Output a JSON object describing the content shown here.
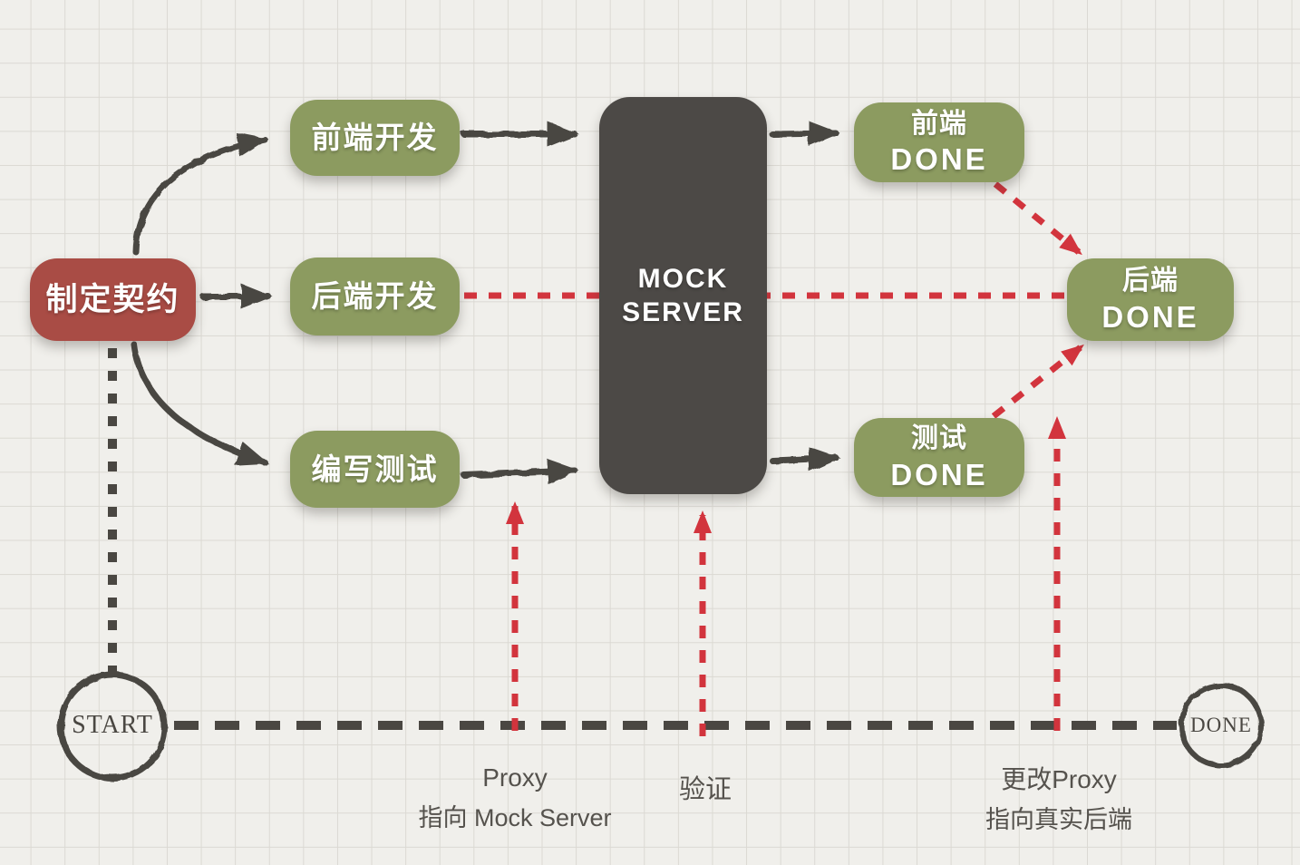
{
  "diagram": {
    "nodes": {
      "contract": {
        "label": "制定契约"
      },
      "frontend_dev": {
        "label": "前端开发"
      },
      "backend_dev": {
        "label": "后端开发"
      },
      "write_tests": {
        "label": "编写测试"
      },
      "mock_server": {
        "line1": "MOCK",
        "line2": "SERVER"
      },
      "frontend_done": {
        "line1": "前端",
        "line2": "DONE"
      },
      "test_done": {
        "line1": "测试",
        "line2": "DONE"
      },
      "backend_done": {
        "line1": "后端",
        "line2": "DONE"
      },
      "start": {
        "label": "START"
      },
      "done": {
        "label": "DONE"
      }
    },
    "annotations": {
      "proxy_mock": {
        "line1": "Proxy",
        "line2": "指向 Mock Server"
      },
      "verify": {
        "label": "验证"
      },
      "proxy_real": {
        "line1": "更改Proxy",
        "line2": "指向真实后端"
      }
    }
  },
  "colors": {
    "red_node": "#a94c45",
    "green_node": "#8c9b60",
    "dark_node": "#4c4946",
    "ink": "#4a4742",
    "red_dash": "#d2343d",
    "background": "#f0efeb",
    "grid_line": "#dbd9d3",
    "label_text": "#55524d"
  }
}
